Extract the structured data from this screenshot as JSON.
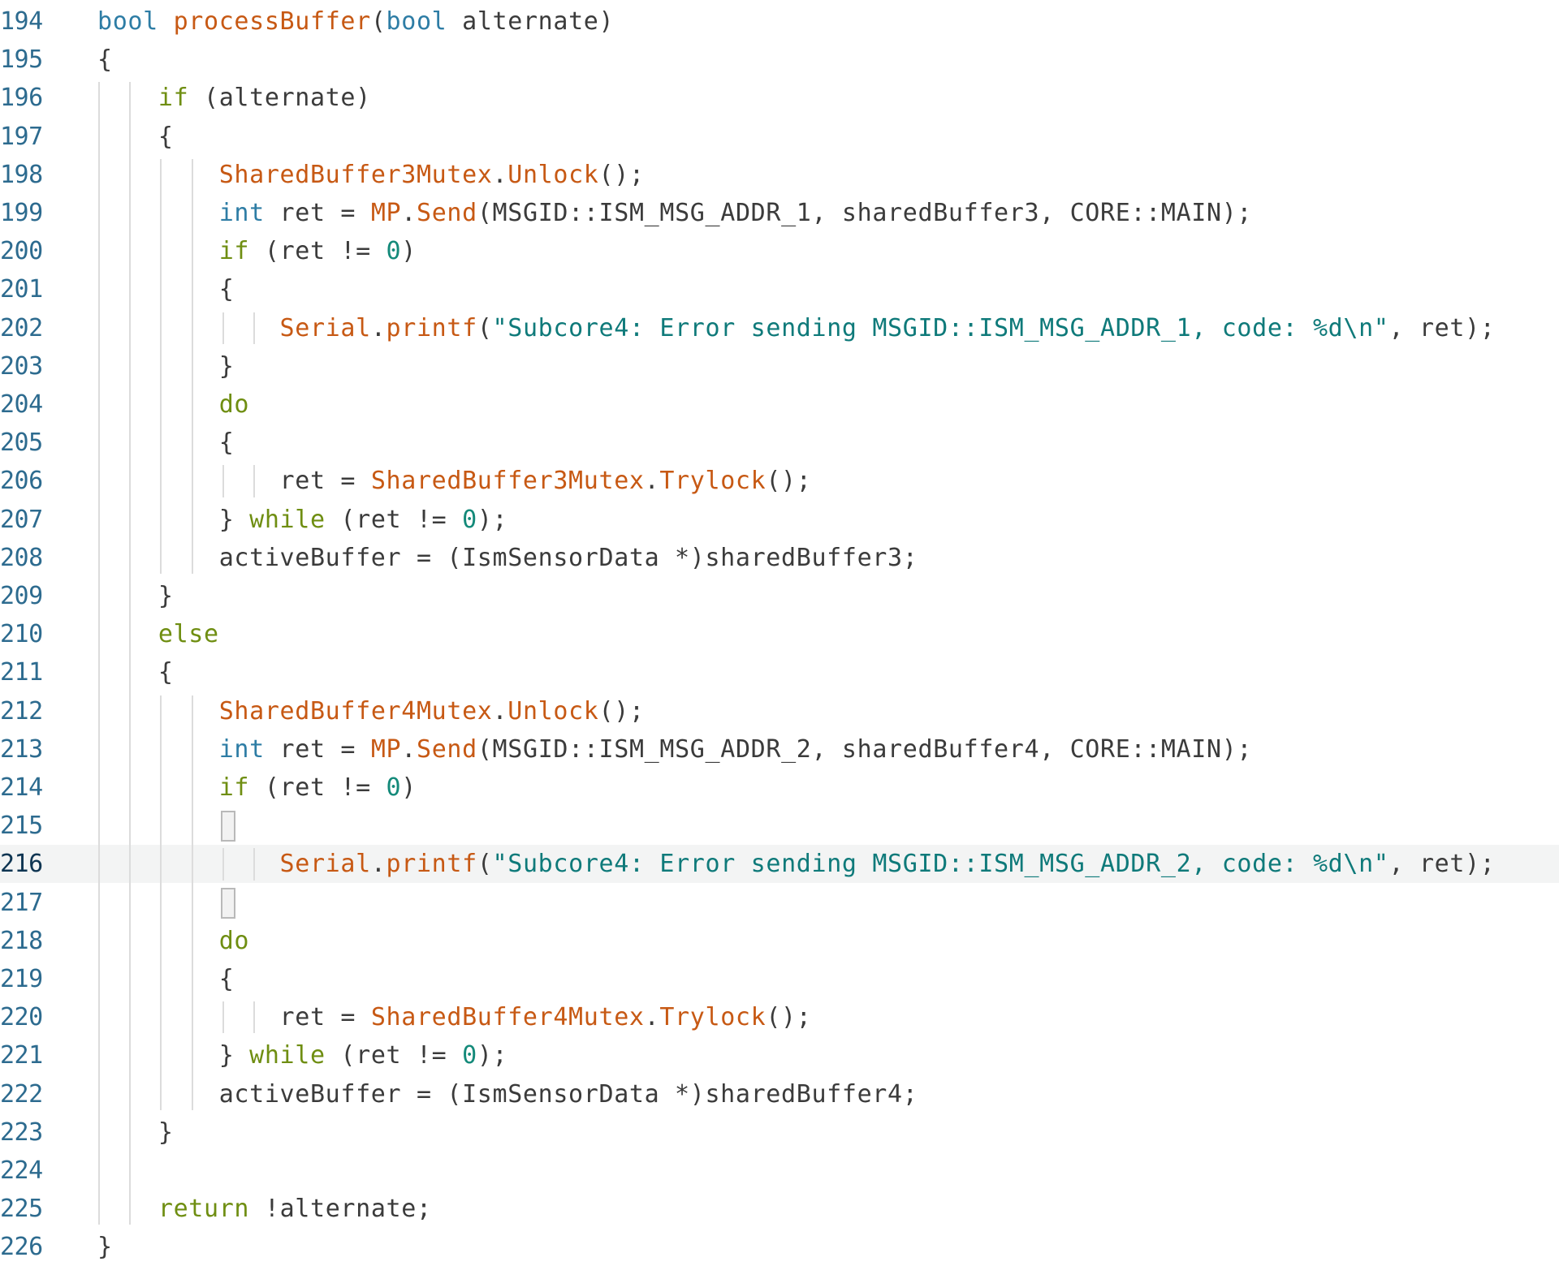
{
  "editor": {
    "language": "cpp",
    "active_line": "216",
    "colors": {
      "background": "#ffffff",
      "current_line": "#f3f4f4",
      "line_number": "#2d6b8f",
      "type": "#2e7da5",
      "keyword": "#6f8e12",
      "function": "#c75914",
      "string": "#0f7a7a",
      "number": "#148a7a",
      "plain": "#3b3b3b"
    },
    "lines": [
      {
        "num": "194",
        "tokens": [
          {
            "t": "type",
            "v": "bool"
          },
          {
            "t": "plain",
            "v": " "
          },
          {
            "t": "fn",
            "v": "processBuffer"
          },
          {
            "t": "plain",
            "v": "("
          },
          {
            "t": "type",
            "v": "bool"
          },
          {
            "t": "plain",
            "v": " alternate)"
          }
        ]
      },
      {
        "num": "195",
        "tokens": [
          {
            "t": "plain",
            "v": "{"
          }
        ]
      },
      {
        "num": "196",
        "tokens": [
          {
            "t": "plain",
            "v": "    "
          },
          {
            "t": "kw",
            "v": "if"
          },
          {
            "t": "plain",
            "v": " (alternate)"
          }
        ]
      },
      {
        "num": "197",
        "tokens": [
          {
            "t": "plain",
            "v": "    {"
          }
        ]
      },
      {
        "num": "198",
        "tokens": [
          {
            "t": "plain",
            "v": "        "
          },
          {
            "t": "fn",
            "v": "SharedBuffer3Mutex"
          },
          {
            "t": "plain",
            "v": "."
          },
          {
            "t": "fn",
            "v": "Unlock"
          },
          {
            "t": "plain",
            "v": "();"
          }
        ]
      },
      {
        "num": "199",
        "tokens": [
          {
            "t": "plain",
            "v": "        "
          },
          {
            "t": "type",
            "v": "int"
          },
          {
            "t": "plain",
            "v": " ret = "
          },
          {
            "t": "fn",
            "v": "MP"
          },
          {
            "t": "plain",
            "v": "."
          },
          {
            "t": "fn",
            "v": "Send"
          },
          {
            "t": "plain",
            "v": "(MSGID::ISM_MSG_ADDR_1, sharedBuffer3, CORE::MAIN);"
          }
        ]
      },
      {
        "num": "200",
        "tokens": [
          {
            "t": "plain",
            "v": "        "
          },
          {
            "t": "kw",
            "v": "if"
          },
          {
            "t": "plain",
            "v": " (ret != "
          },
          {
            "t": "num",
            "v": "0"
          },
          {
            "t": "plain",
            "v": ")"
          }
        ]
      },
      {
        "num": "201",
        "tokens": [
          {
            "t": "plain",
            "v": "        {"
          }
        ]
      },
      {
        "num": "202",
        "tokens": [
          {
            "t": "plain",
            "v": "            "
          },
          {
            "t": "fn",
            "v": "Serial"
          },
          {
            "t": "plain",
            "v": "."
          },
          {
            "t": "fn",
            "v": "printf"
          },
          {
            "t": "plain",
            "v": "("
          },
          {
            "t": "str",
            "v": "\"Subcore4: Error sending MSGID::ISM_MSG_ADDR_1, code: %d\\n\""
          },
          {
            "t": "plain",
            "v": ", ret);"
          }
        ]
      },
      {
        "num": "203",
        "tokens": [
          {
            "t": "plain",
            "v": "        }"
          }
        ]
      },
      {
        "num": "204",
        "tokens": [
          {
            "t": "plain",
            "v": "        "
          },
          {
            "t": "kw",
            "v": "do"
          }
        ]
      },
      {
        "num": "205",
        "tokens": [
          {
            "t": "plain",
            "v": "        {"
          }
        ]
      },
      {
        "num": "206",
        "tokens": [
          {
            "t": "plain",
            "v": "            ret = "
          },
          {
            "t": "fn",
            "v": "SharedBuffer3Mutex"
          },
          {
            "t": "plain",
            "v": "."
          },
          {
            "t": "fn",
            "v": "Trylock"
          },
          {
            "t": "plain",
            "v": "();"
          }
        ]
      },
      {
        "num": "207",
        "tokens": [
          {
            "t": "plain",
            "v": "        } "
          },
          {
            "t": "kw",
            "v": "while"
          },
          {
            "t": "plain",
            "v": " (ret != "
          },
          {
            "t": "num",
            "v": "0"
          },
          {
            "t": "plain",
            "v": ");"
          }
        ]
      },
      {
        "num": "208",
        "tokens": [
          {
            "t": "plain",
            "v": "        activeBuffer = (IsmSensorData *)sharedBuffer3;"
          }
        ]
      },
      {
        "num": "209",
        "tokens": [
          {
            "t": "plain",
            "v": "    }"
          }
        ]
      },
      {
        "num": "210",
        "tokens": [
          {
            "t": "plain",
            "v": "    "
          },
          {
            "t": "kw",
            "v": "else"
          }
        ]
      },
      {
        "num": "211",
        "tokens": [
          {
            "t": "plain",
            "v": "    {"
          }
        ]
      },
      {
        "num": "212",
        "tokens": [
          {
            "t": "plain",
            "v": "        "
          },
          {
            "t": "fn",
            "v": "SharedBuffer4Mutex"
          },
          {
            "t": "plain",
            "v": "."
          },
          {
            "t": "fn",
            "v": "Unlock"
          },
          {
            "t": "plain",
            "v": "();"
          }
        ]
      },
      {
        "num": "213",
        "tokens": [
          {
            "t": "plain",
            "v": "        "
          },
          {
            "t": "type",
            "v": "int"
          },
          {
            "t": "plain",
            "v": " ret = "
          },
          {
            "t": "fn",
            "v": "MP"
          },
          {
            "t": "plain",
            "v": "."
          },
          {
            "t": "fn",
            "v": "Send"
          },
          {
            "t": "plain",
            "v": "(MSGID::ISM_MSG_ADDR_2, sharedBuffer4, CORE::MAIN);"
          }
        ]
      },
      {
        "num": "214",
        "tokens": [
          {
            "t": "plain",
            "v": "        "
          },
          {
            "t": "kw",
            "v": "if"
          },
          {
            "t": "plain",
            "v": " (ret != "
          },
          {
            "t": "num",
            "v": "0"
          },
          {
            "t": "plain",
            "v": ")"
          }
        ]
      },
      {
        "num": "215",
        "tokens": [
          {
            "t": "plain",
            "v": "        {"
          }
        ]
      },
      {
        "num": "216",
        "tokens": [
          {
            "t": "plain",
            "v": "            "
          },
          {
            "t": "fn",
            "v": "Serial"
          },
          {
            "t": "plain",
            "v": "."
          },
          {
            "t": "fn",
            "v": "printf"
          },
          {
            "t": "plain",
            "v": "("
          },
          {
            "t": "str",
            "v": "\"Subcore4: Error sending MSGID::ISM_MSG_ADDR_2, code: %d\\n\""
          },
          {
            "t": "plain",
            "v": ", ret);"
          }
        ]
      },
      {
        "num": "217",
        "tokens": [
          {
            "t": "plain",
            "v": "        }"
          }
        ]
      },
      {
        "num": "218",
        "tokens": [
          {
            "t": "plain",
            "v": "        "
          },
          {
            "t": "kw",
            "v": "do"
          }
        ]
      },
      {
        "num": "219",
        "tokens": [
          {
            "t": "plain",
            "v": "        {"
          }
        ]
      },
      {
        "num": "220",
        "tokens": [
          {
            "t": "plain",
            "v": "            ret = "
          },
          {
            "t": "fn",
            "v": "SharedBuffer4Mutex"
          },
          {
            "t": "plain",
            "v": "."
          },
          {
            "t": "fn",
            "v": "Trylock"
          },
          {
            "t": "plain",
            "v": "();"
          }
        ]
      },
      {
        "num": "221",
        "tokens": [
          {
            "t": "plain",
            "v": "        } "
          },
          {
            "t": "kw",
            "v": "while"
          },
          {
            "t": "plain",
            "v": " (ret != "
          },
          {
            "t": "num",
            "v": "0"
          },
          {
            "t": "plain",
            "v": ");"
          }
        ]
      },
      {
        "num": "222",
        "tokens": [
          {
            "t": "plain",
            "v": "        activeBuffer = (IsmSensorData *)sharedBuffer4;"
          }
        ]
      },
      {
        "num": "223",
        "tokens": [
          {
            "t": "plain",
            "v": "    }"
          }
        ]
      },
      {
        "num": "224",
        "tokens": []
      },
      {
        "num": "225",
        "tokens": [
          {
            "t": "plain",
            "v": "    "
          },
          {
            "t": "kw",
            "v": "return"
          },
          {
            "t": "plain",
            "v": " !alternate;"
          }
        ]
      },
      {
        "num": "226",
        "tokens": [
          {
            "t": "plain",
            "v": "}"
          }
        ]
      }
    ]
  }
}
